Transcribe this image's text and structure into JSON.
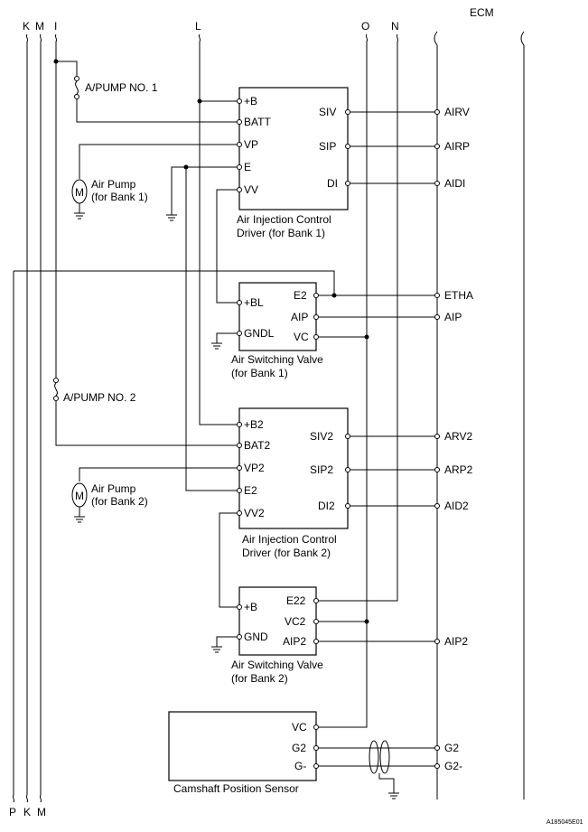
{
  "ecm_label": "ECM",
  "top_wires": [
    "K",
    "M",
    "I",
    "L",
    "O",
    "N"
  ],
  "bottom_wires": [
    "P",
    "K",
    "M"
  ],
  "fuse1": "A/PUMP NO. 1",
  "fuse2": "A/PUMP NO. 2",
  "pump1": {
    "motor": "M",
    "line1": "Air Pump",
    "line2": "(for Bank 1)"
  },
  "pump2": {
    "motor": "M",
    "line1": "Air Pump",
    "line2": "(for Bank 2)"
  },
  "aicd1": {
    "pins_left": [
      "+B",
      "BATT",
      "VP",
      "E",
      "VV"
    ],
    "pins_right": [
      "SIV",
      "SIP",
      "DI"
    ],
    "caption1": "Air Injection Control",
    "caption2": "Driver (for Bank 1)"
  },
  "asv1": {
    "pins_left": [
      "+BL",
      "GNDL"
    ],
    "pins_right": [
      "E2",
      "AIP",
      "VC"
    ],
    "caption1": "Air Switching Valve",
    "caption2": "(for Bank 1)"
  },
  "aicd2": {
    "pins_left": [
      "+B2",
      "BAT2",
      "VP2",
      "E2",
      "VV2"
    ],
    "pins_right": [
      "SIV2",
      "SIP2",
      "DI2"
    ],
    "caption1": "Air Injection Control",
    "caption2": "Driver (for Bank 2)"
  },
  "asv2": {
    "pins_left": [
      "+B",
      "GND"
    ],
    "pins_right": [
      "E22",
      "VC2",
      "AIP2"
    ],
    "caption1": "Air Switching Valve",
    "caption2": "(for Bank 2)"
  },
  "cam": {
    "pins": [
      "VC",
      "G2",
      "G-"
    ],
    "caption": "Camshaft Position Sensor"
  },
  "ecm_pins": [
    "AIRV",
    "AIRP",
    "AIDI",
    "ETHA",
    "AIP",
    "ARV2",
    "ARP2",
    "AID2",
    "AIP2",
    "G2",
    "G2-"
  ],
  "figure_code": "A185045E01"
}
